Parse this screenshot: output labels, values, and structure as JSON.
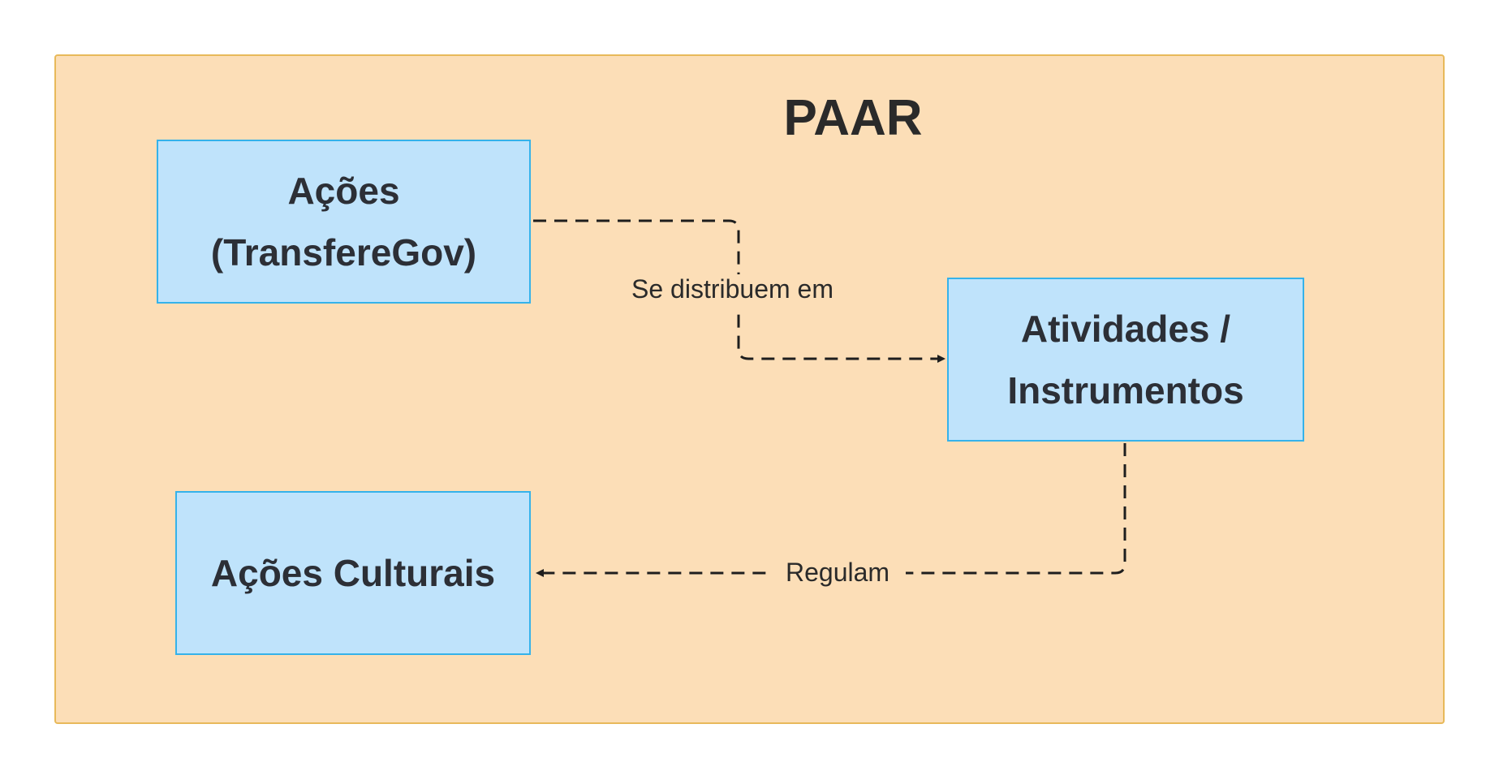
{
  "diagram": {
    "title": "PAAR",
    "nodes": {
      "acoes": {
        "line1": "Ações",
        "line2": "(TransfereGov)"
      },
      "atividades": {
        "line1": "Atividades /",
        "line2": "Instrumentos"
      },
      "acoes_culturais": {
        "label": "Ações Culturais"
      }
    },
    "edges": [
      {
        "from": "Ações (TransfereGov)",
        "to": "Atividades / Instrumentos",
        "label": "Se distribuem em"
      },
      {
        "from": "Atividades / Instrumentos",
        "to": "Ações Culturais",
        "label": "Regulam"
      }
    ]
  },
  "colors": {
    "container_fill": "#fcdeb7",
    "container_border": "#e8b95a",
    "node_fill": "#bfe3fb",
    "node_border": "#35b2ea",
    "edge": "#1e1e1e"
  }
}
